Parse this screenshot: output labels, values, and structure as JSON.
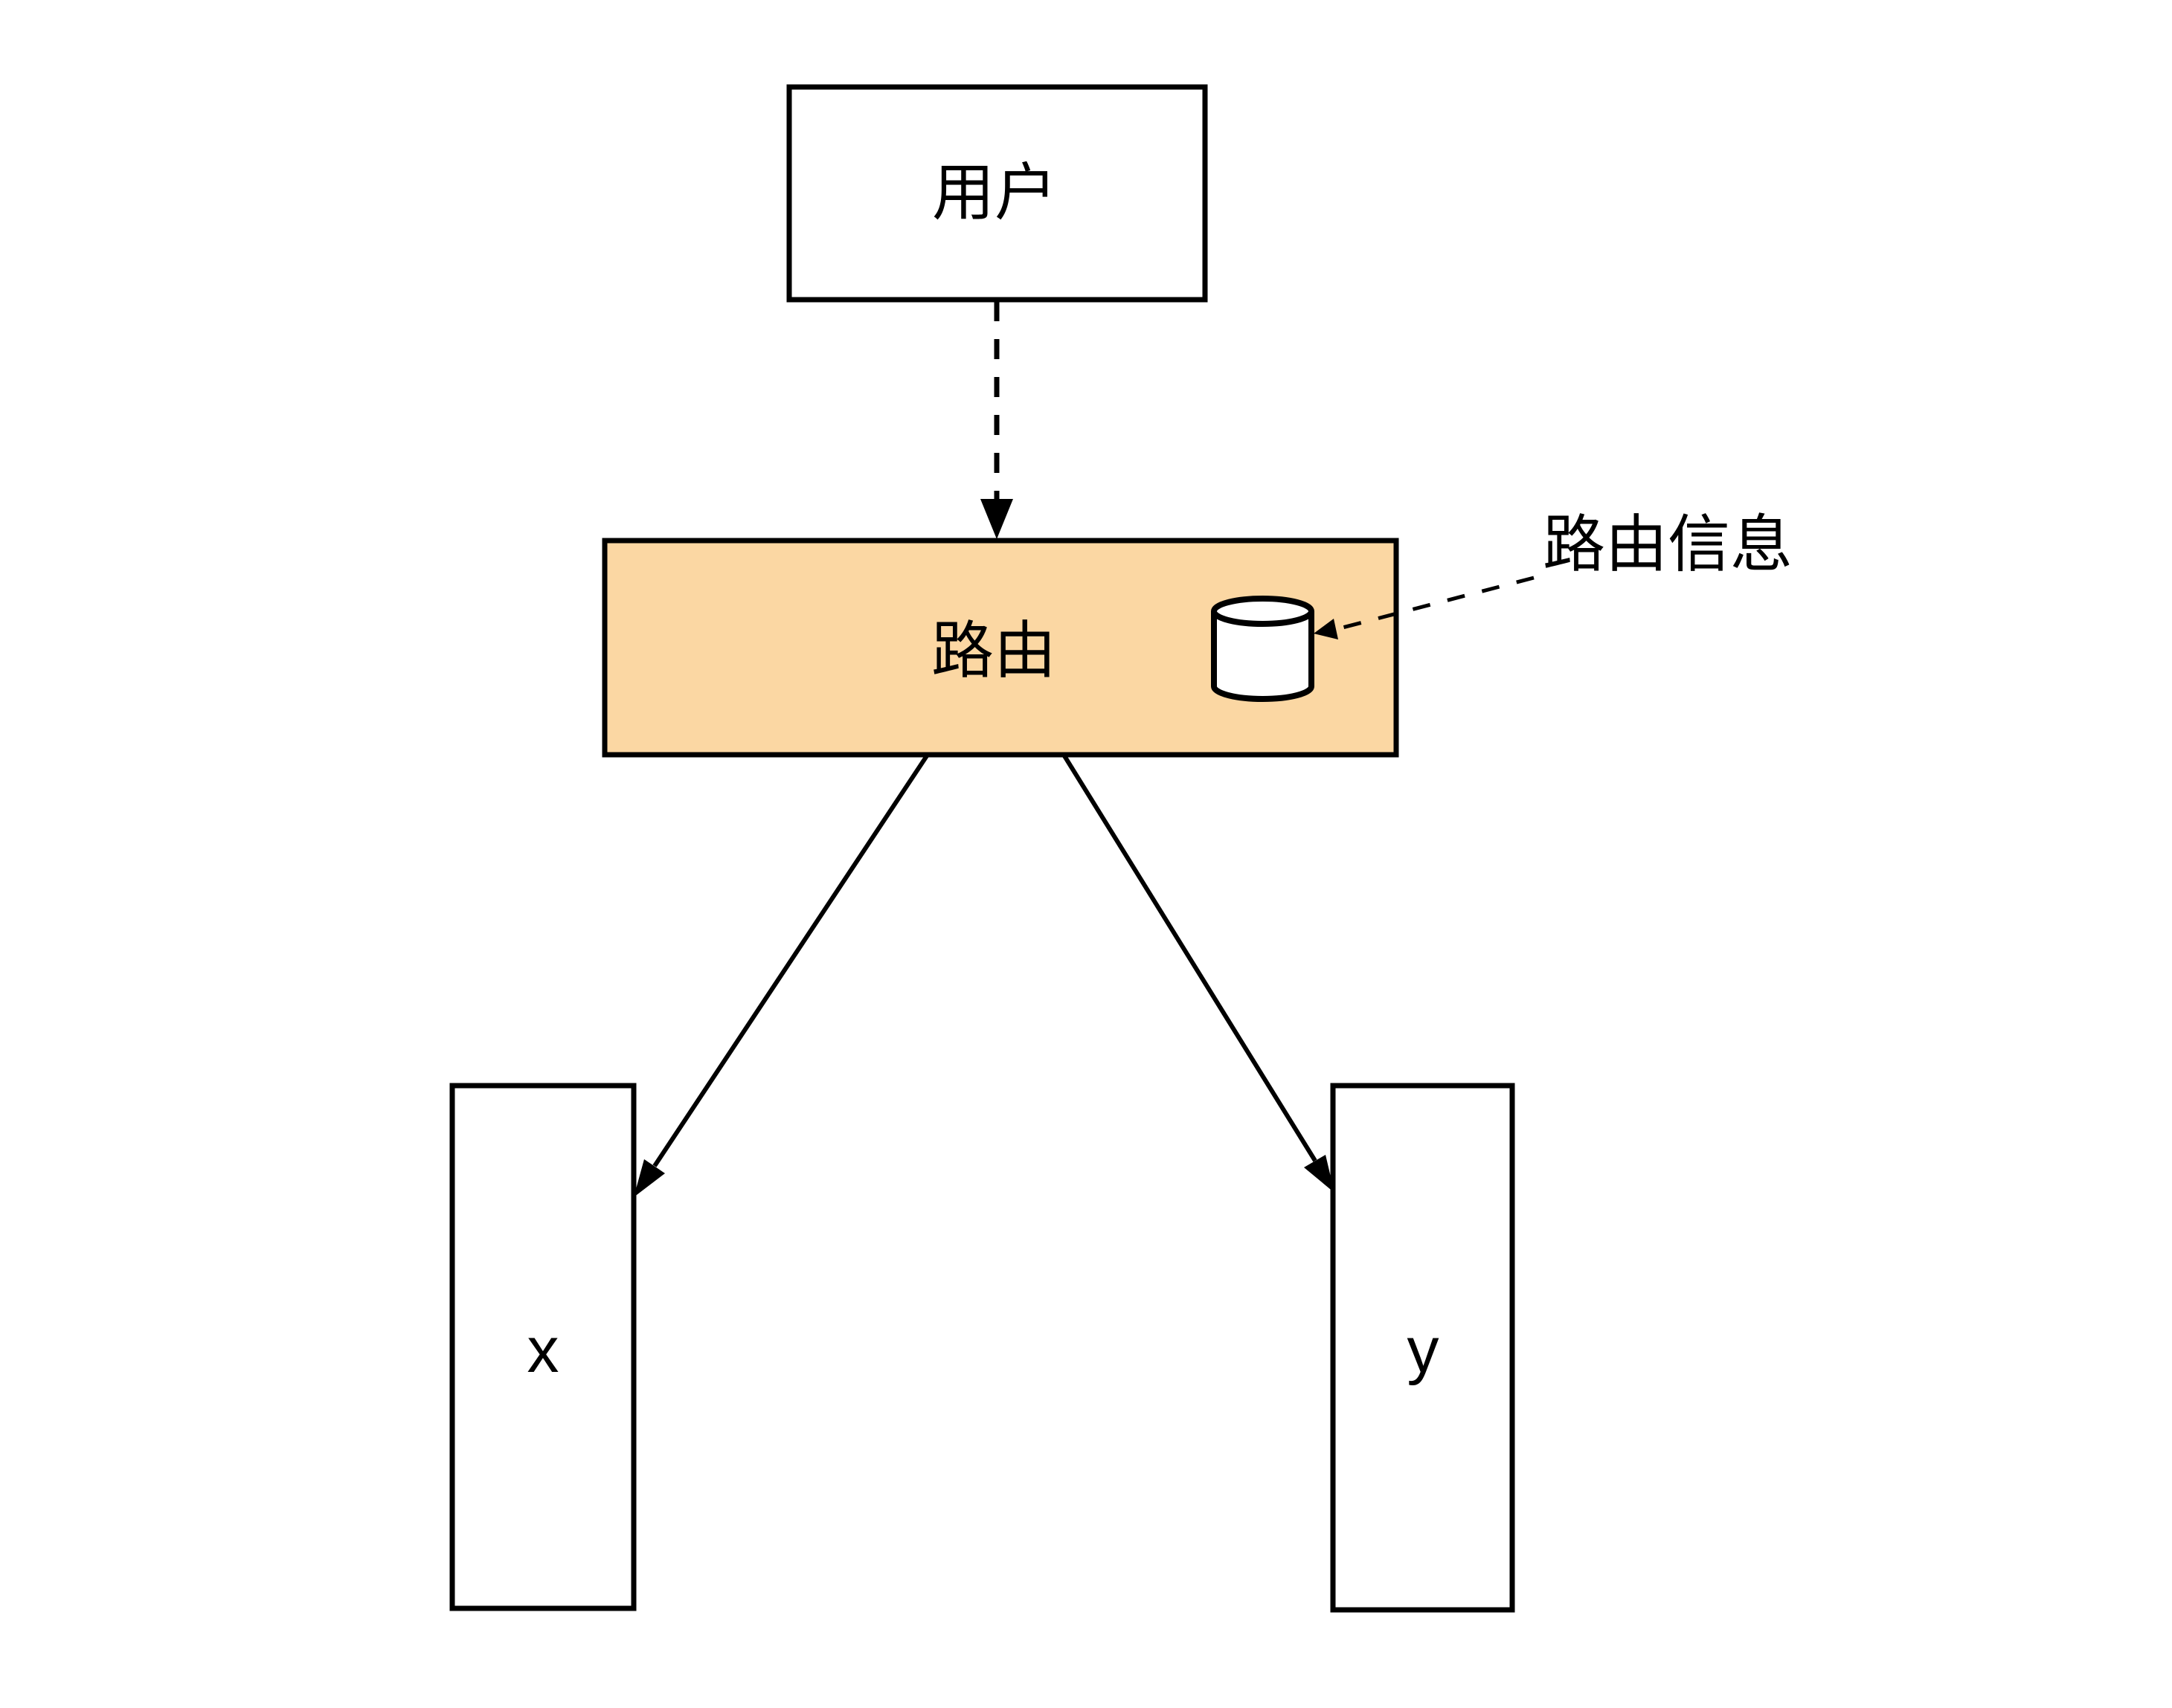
{
  "diagram": {
    "background_color": "#FFFFFF",
    "line_color": "#000000",
    "nodes": {
      "user": {
        "label": "用户",
        "fill": "#FFFFFF"
      },
      "router": {
        "label": "路由",
        "fill": "#FBD7A3"
      },
      "x": {
        "label": "x",
        "fill": "#FFFFFF"
      },
      "y": {
        "label": "y",
        "fill": "#FFFFFF"
      }
    },
    "annotation": {
      "label": "路由信息"
    },
    "icons": {
      "database": "database-cylinder-icon"
    },
    "edges": [
      {
        "from": "用户",
        "to": "路由",
        "style": "dashed-arrow"
      },
      {
        "from": "路由信息",
        "to": "database-cylinder",
        "style": "dashed-arrow"
      },
      {
        "from": "路由",
        "to": "x",
        "style": "solid-arrow"
      },
      {
        "from": "路由",
        "to": "y",
        "style": "solid-arrow"
      }
    ]
  }
}
